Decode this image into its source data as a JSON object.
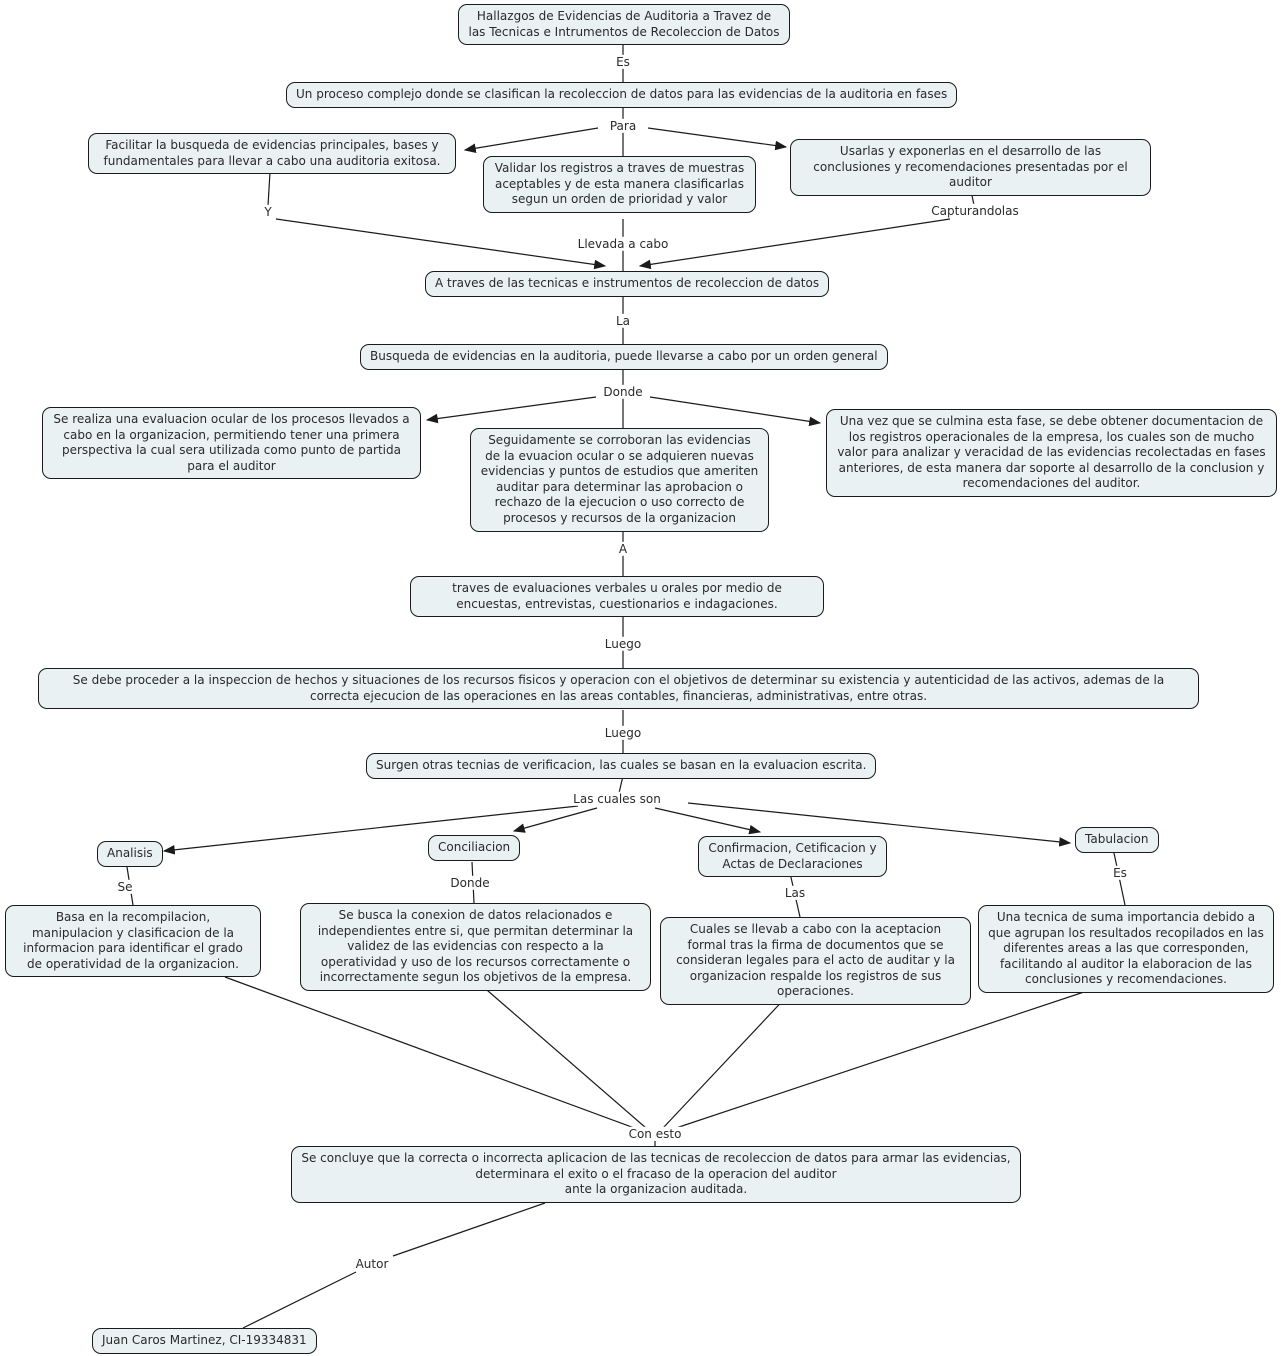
{
  "diagram": {
    "title": "Hallazgos de Evidencias de Auditoria a Travez de las Tecnicas e Intrumentos de Recoleccion de Datos",
    "type": "concept-map",
    "colors": {
      "node_fill": "#e9f1f3",
      "node_border": "#1b1b1b",
      "line": "#1b1b1b",
      "text": "#2a2a2a",
      "background": "#ffffff"
    }
  },
  "nodes": {
    "title": {
      "text": "Hallazgos de Evidencias de Auditoria a Travez de las Tecnicas e Intrumentos de Recoleccion de Datos"
    },
    "proceso": {
      "text": "Un proceso complejo donde se clasifican la recoleccion de datos para las evidencias de la auditoria en fases"
    },
    "facilitar": {
      "text": "Facilitar la busqueda de evidencias principales, bases y fundamentales para llevar a cabo una auditoria exitosa."
    },
    "validar": {
      "text": "Validar los registros a traves de muestras aceptables y de esta manera clasificarlas segun un orden de prioridad y valor"
    },
    "usarlas": {
      "text": "Usarlas y exponerlas en el desarrollo de las conclusiones y recomendaciones presentadas por el auditor"
    },
    "a_traves": {
      "text": "A traves de las tecnicas e instrumentos de recoleccion de datos"
    },
    "busqueda": {
      "text": "Busqueda de evidencias en la auditoria, puede llevarse a cabo por un orden general"
    },
    "ocular": {
      "text": "Se realiza una evaluacion ocular de los procesos llevados a cabo en  la organizacion, permitiendo tener una primera perspectiva la cual sera  utilizada  como punto de partida para el auditor"
    },
    "seguidamente": {
      "text": "Seguidamente se corroboran las evidencias de la evuacion ocular o se adquieren nuevas evidencias y puntos de estudios que ameriten auditar para determinar las aprobacion o rechazo de la ejecucion o uso correcto de procesos y recursos de la organizacion"
    },
    "culmina": {
      "text": "Una vez que se culmina esta fase, se debe obtener  documentacion de los registros operacionales de la empresa, los cuales son de mucho valor  para analizar y veracidad de las evidencias recolectadas en fases anteriores, de esta manera dar soporte al desarrollo de la conclusion y recomendaciones del auditor."
    },
    "traves_eval": {
      "text": "traves de evaluaciones verbales u orales por medio de encuestas, entrevistas, cuestionarios e indagaciones."
    },
    "inspeccion": {
      "text": "Se debe proceder a la inspeccion de hechos y situaciones de los recursos fisicos y operacion con el objetivos de determinar su existencia y autenticidad de las activos, ademas de la correcta ejecucion de las operaciones en las areas contables, financieras, administrativas, entre otras."
    },
    "surgen": {
      "text": "Surgen otras tecnias de verificacion, las cuales se basan en la evaluacion escrita."
    },
    "analisis": {
      "text": "Analisis"
    },
    "conciliacion": {
      "text": "Conciliacion"
    },
    "confirmacion": {
      "text": "Confirmacion, Cetificacion y Actas de Declaraciones"
    },
    "tabulacion": {
      "text": "Tabulacion"
    },
    "basa": {
      "text": "Basa en la recompilacion, manipulacion y clasificacion de la informacion para identificar el grado  de operatividad de la organizacion."
    },
    "se_busca": {
      "text": "Se busca la conexion de datos relacionados e independientes entre si, que permitan determinar la validez de las evidencias con respecto a la operatividad y uso de  los recursos correctamente o incorrectamente segun  los objetivos de la empresa."
    },
    "cuales": {
      "text": "Cuales se llevab a cabo con la aceptacion formal tras la firma de documentos que se consideran legales para el acto de auditar y la organizacion respalde los registros de sus operaciones."
    },
    "una_tecnica": {
      "text": "Una tecnica de suma importancia debido a que agrupan los resultados recopilados en las diferentes areas a las que corresponden, facilitando al auditor la elaboracion de las conclusiones y recomendaciones."
    },
    "conclusion": {
      "text": "Se concluye que la correcta o incorrecta aplicacion de las tecnicas de recoleccion de datos para armar las evidencias,\ndeterminara el exito o el fracaso de la operacion del auditor\nante la organizacion auditada."
    },
    "autor_nombre": {
      "text": "Juan Caros Martinez, CI-19334831"
    }
  },
  "labels": {
    "es1": "Es",
    "para": "Para",
    "y": "Y",
    "capturandolas": "Capturandolas",
    "llevada": "Llevada a cabo",
    "la": "La",
    "donde1": "Donde",
    "a": "A",
    "luego1": "Luego",
    "luego2": "Luego",
    "las_cuales": "Las cuales son",
    "se": "Se",
    "donde2": "Donde",
    "las": "Las",
    "es2": "Es",
    "con_esto": "Con esto",
    "autor": "Autor"
  }
}
